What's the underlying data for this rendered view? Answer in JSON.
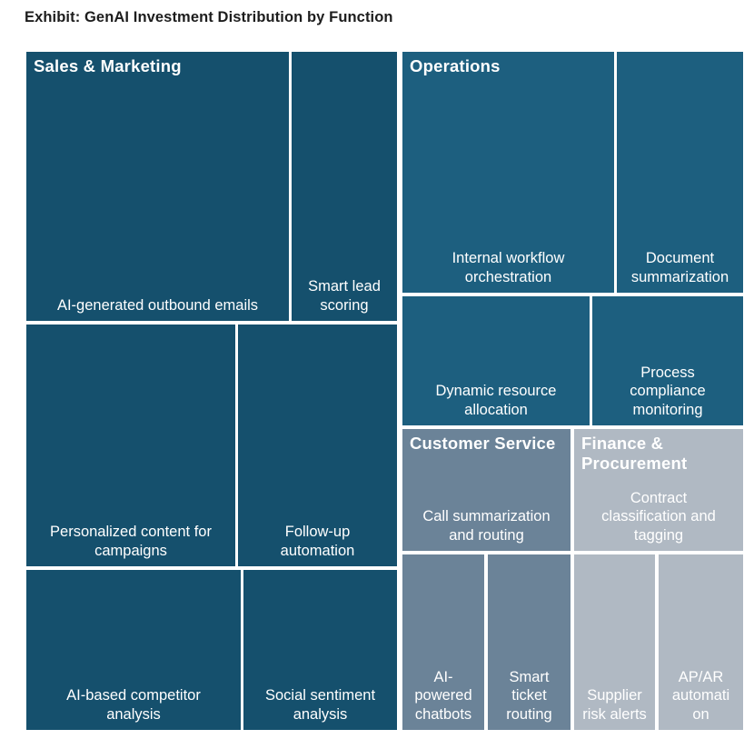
{
  "title": "Exhibit: GenAI Investment Distribution by Function",
  "sections": [
    {
      "name": "Sales & Marketing",
      "color": "#15506d",
      "items": [
        {
          "label": "AI-generated outbound emails"
        },
        {
          "label": "Smart lead\nscoring"
        },
        {
          "label": "Personalized content for\ncampaigns"
        },
        {
          "label": "Follow-up\nautomation"
        },
        {
          "label": "AI-based competitor\nanalysis"
        },
        {
          "label": "Social sentiment\nanalysis"
        }
      ]
    },
    {
      "name": "Operations",
      "color": "#1d5f7f",
      "items": [
        {
          "label": "Internal workflow\norchestration"
        },
        {
          "label": "Document\nsummarization"
        },
        {
          "label": "Dynamic resource\nallocation"
        },
        {
          "label": "Process\ncompliance\nmonitoring"
        }
      ]
    },
    {
      "name": "Customer Service",
      "color": "#6b8398",
      "items": [
        {
          "label": "Call summarization\nand routing"
        },
        {
          "label": "AI-\npowered\nchatbots"
        },
        {
          "label": "Smart\nticket\nrouting"
        }
      ]
    },
    {
      "name": "Finance & Procurement",
      "color": "#b0b9c3",
      "items": [
        {
          "label": "Contract\nclassification and\ntagging"
        },
        {
          "label": "Supplier\nrisk alerts"
        },
        {
          "label": "AP/AR\nautomati\non"
        }
      ]
    }
  ],
  "chart_data": {
    "type": "treemap",
    "title": "Exhibit: GenAI Investment Distribution by Function",
    "value_labels_shown": false,
    "groups": [
      {
        "name": "Sales & Marketing",
        "color": "#15506d",
        "items": [
          {
            "name": "AI-generated outbound emails",
            "approx_share_pct": 14
          },
          {
            "name": "Smart lead scoring",
            "approx_share_pct": 6
          },
          {
            "name": "Personalized content for campaigns",
            "approx_share_pct": 10
          },
          {
            "name": "Follow-up automation",
            "approx_share_pct": 8
          },
          {
            "name": "AI-based competitor analysis",
            "approx_share_pct": 7
          },
          {
            "name": "Social sentiment analysis",
            "approx_share_pct": 5
          }
        ]
      },
      {
        "name": "Operations",
        "color": "#1d5f7f",
        "items": [
          {
            "name": "Internal workflow orchestration",
            "approx_share_pct": 10
          },
          {
            "name": "Document summarization",
            "approx_share_pct": 6
          },
          {
            "name": "Dynamic resource allocation",
            "approx_share_pct": 5
          },
          {
            "name": "Process compliance monitoring",
            "approx_share_pct": 4
          }
        ]
      },
      {
        "name": "Customer Service",
        "color": "#6b8398",
        "items": [
          {
            "name": "Call summarization and routing",
            "approx_share_pct": 4
          },
          {
            "name": "AI-powered chatbots",
            "approx_share_pct": 3
          },
          {
            "name": "Smart ticket routing",
            "approx_share_pct": 3
          }
        ]
      },
      {
        "name": "Finance & Procurement",
        "color": "#b0b9c3",
        "items": [
          {
            "name": "Contract classification and tagging",
            "approx_share_pct": 4
          },
          {
            "name": "Supplier risk alerts",
            "approx_share_pct": 3
          },
          {
            "name": "AP/AR automation",
            "approx_share_pct": 3
          }
        ]
      }
    ]
  }
}
